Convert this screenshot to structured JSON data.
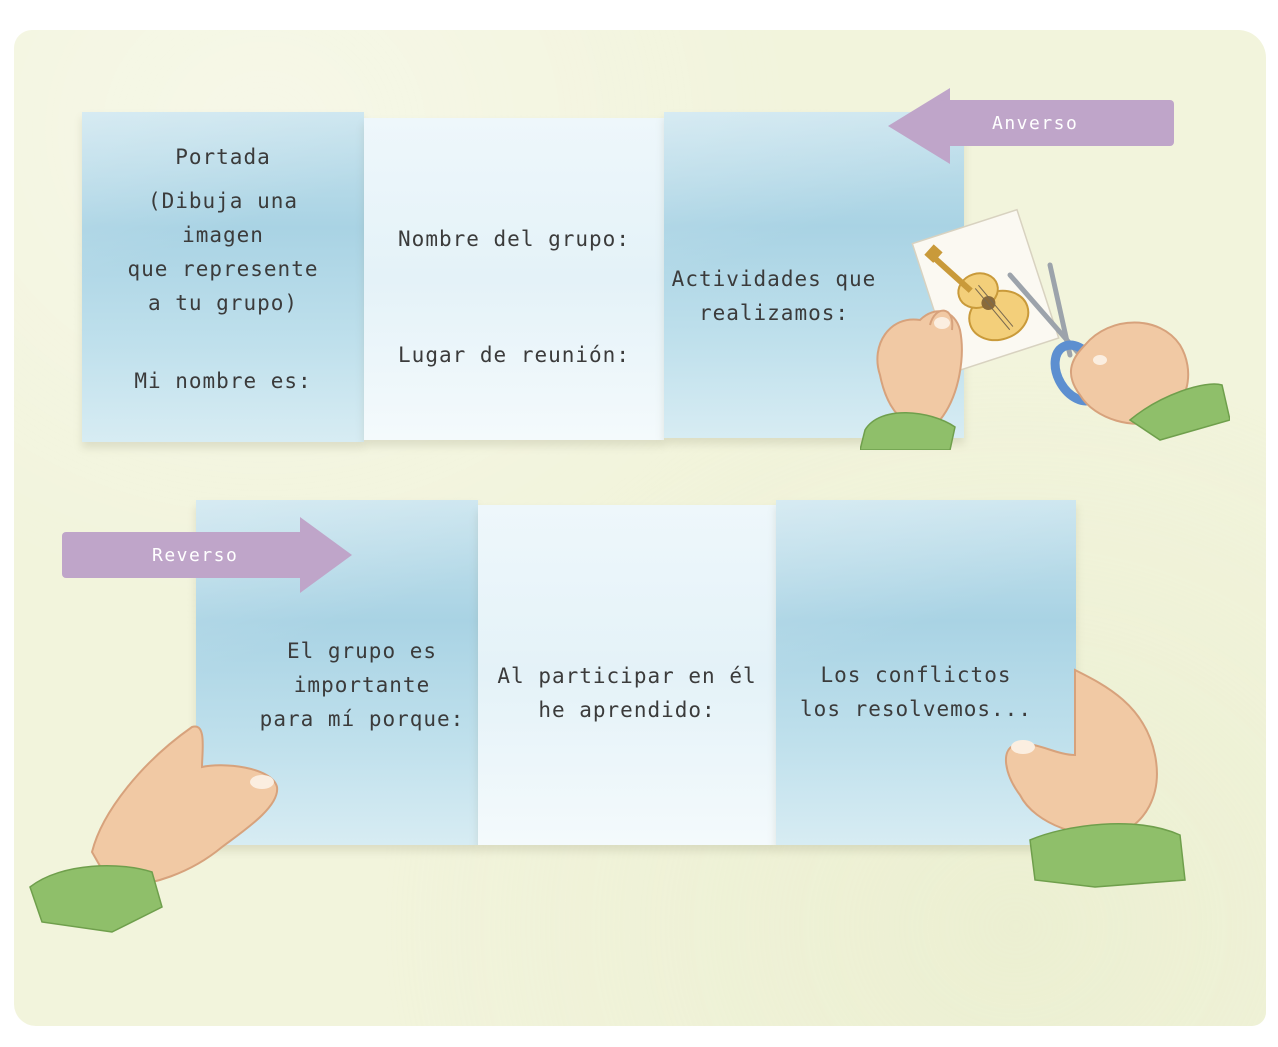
{
  "top_card": {
    "label": "Anverso",
    "panels": [
      {
        "title": "Portada",
        "instruction": "(Dibuja una\nimagen\nque represente\na tu grupo)",
        "footer": "Mi nombre es:"
      },
      {
        "field1": "Nombre del grupo:",
        "field2": "Lugar de reunión:"
      },
      {
        "text": "Actividades que\nrealizamos:"
      }
    ]
  },
  "bottom_card": {
    "label": "Reverso",
    "panels": [
      {
        "text": "El grupo es\nimportante\npara mí porque:"
      },
      {
        "text": "Al participar en él\nhe aprendido:"
      },
      {
        "text": "Los conflictos\nlos resolvemos..."
      }
    ]
  },
  "colors": {
    "background": "#f2f4dc",
    "panel_blue": "#a9d3e4",
    "arrow": "#bfa5c9",
    "sleeve": "#8fbf6a",
    "skin": "#f1c9a4"
  },
  "icons": [
    "guitar-picture",
    "scissors-icon",
    "hand-left",
    "hand-right"
  ]
}
